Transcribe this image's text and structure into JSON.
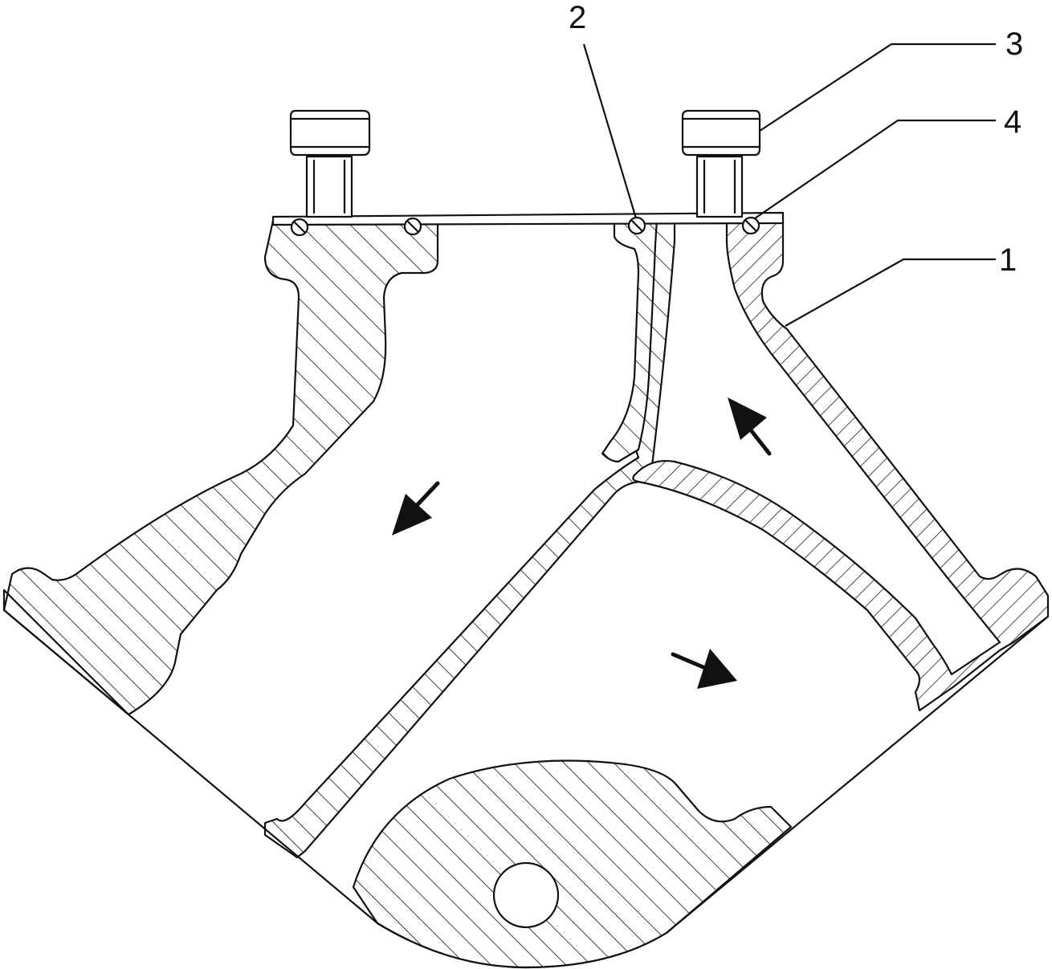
{
  "callouts": [
    {
      "id": "1",
      "text": "1"
    },
    {
      "id": "2",
      "text": "2"
    },
    {
      "id": "3",
      "text": "3"
    },
    {
      "id": "4",
      "text": "4"
    }
  ],
  "colors": {
    "line": "#111111",
    "background": "#ffffff"
  }
}
